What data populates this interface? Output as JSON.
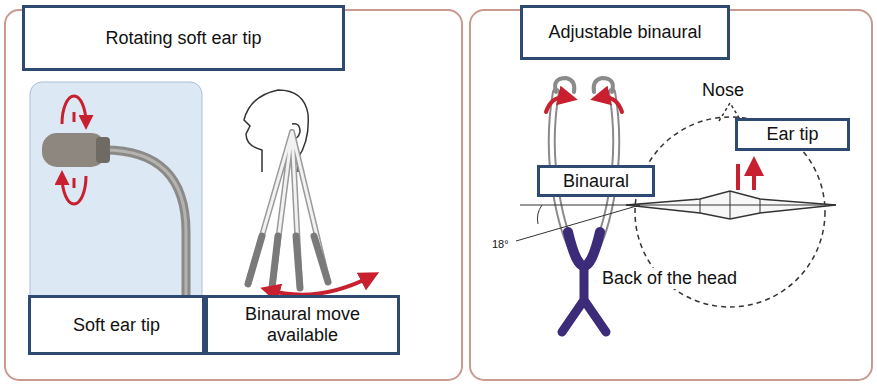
{
  "diagram": {
    "nodes": [
      {
        "text": [
          "Rotating soft ear tip"
        ]
      },
      {
        "text": [
          "Adjustable binaural"
        ]
      },
      {
        "text": [
          "Ear tip"
        ]
      },
      {
        "text": [
          "Binaural"
        ]
      },
      {
        "text": [
          "Soft ear tip"
        ]
      },
      {
        "text": [
          "Binaural move available"
        ]
      }
    ],
    "labels": [
      "Nose",
      "18°",
      "Back of the head"
    ]
  }
}
